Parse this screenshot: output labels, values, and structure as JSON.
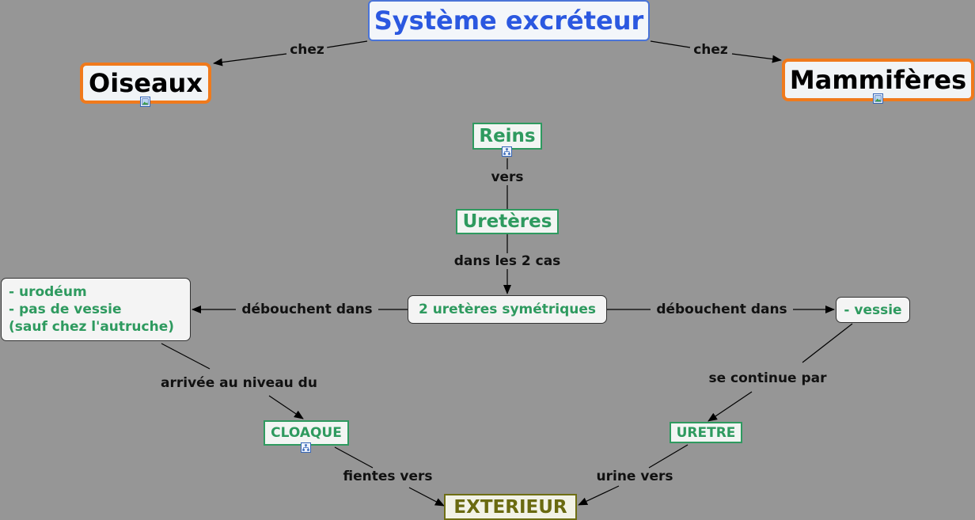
{
  "concepts": {
    "systeme": "Système excréteur",
    "oiseaux": "Oiseaux",
    "mammiferes": "Mammifères",
    "reins": "Reins",
    "ureteres": "Uretères",
    "ureteres_sym": "2 uretères symétriques",
    "oiseaux_detail": [
      "- urodéum",
      "- pas de vessie",
      "(sauf chez l'autruche)"
    ],
    "vessie": "- vessie",
    "cloaque": "CLOAQUE",
    "uretre": "URETRE",
    "exterieur": "EXTERIEUR"
  },
  "links": {
    "chez_left": "chez",
    "chez_right": "chez",
    "vers": "vers",
    "dans_les_2_cas": "dans les 2 cas",
    "debouchent_left": "débouchent dans",
    "debouchent_right": "débouchent dans",
    "arrivee": "arrivée au niveau du",
    "se_continue": "se continue par",
    "fientes": "fientes vers",
    "urine": "urine vers"
  },
  "icons": {
    "oiseaux": "image-icon",
    "mammiferes": "image-icon",
    "reins": "submap-icon",
    "cloaque": "submap-icon"
  }
}
